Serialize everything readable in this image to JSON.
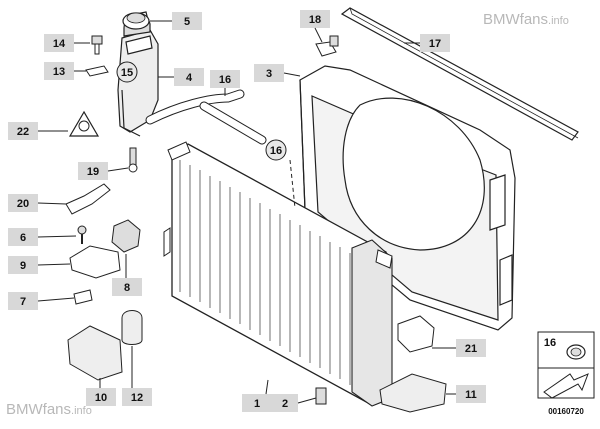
{
  "watermarks": {
    "top": {
      "brand": "BMWfans",
      "suffix": ".info"
    },
    "bottom": {
      "brand": "BMWfans",
      "suffix": ".info"
    }
  },
  "diagram_code": "00160720",
  "callouts": [
    "1",
    "2",
    "3",
    "4",
    "5",
    "6",
    "7",
    "8",
    "9",
    "10",
    "11",
    "12",
    "13",
    "14",
    "15",
    "16",
    "16",
    "16",
    "17",
    "18",
    "19",
    "20",
    "21",
    "22"
  ],
  "legend": {
    "number": "16"
  }
}
